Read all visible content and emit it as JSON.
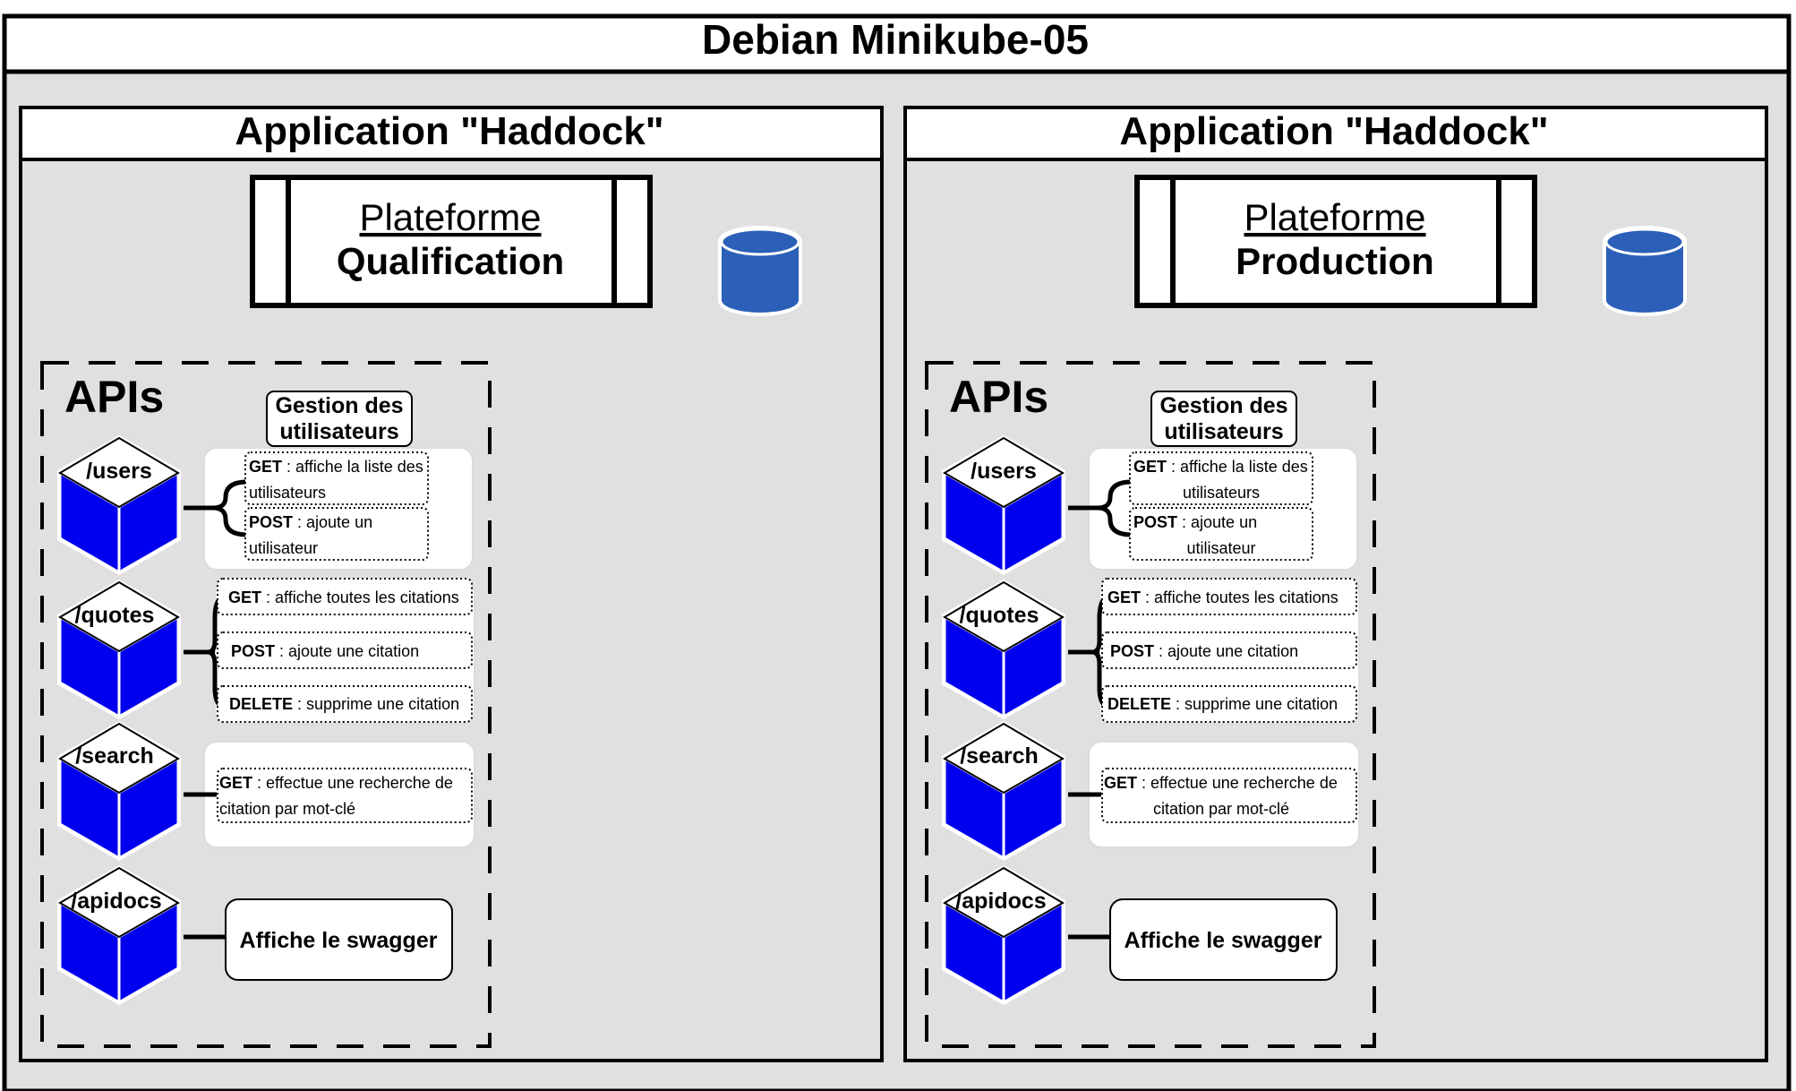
{
  "host_title": "Debian Minikube-05",
  "colors": {
    "background": "#e0e0e0",
    "border": "#000000",
    "cube": "#0000ee",
    "database": "#2b5fb8"
  },
  "icons": {
    "database": "database-cylinder-icon",
    "endpoint": "cube-icon"
  },
  "environments": [
    {
      "app_title": "Application \"Haddock\"",
      "platform_label": "Plateforme",
      "platform_name": "Qualification",
      "apis_label": "APIs",
      "gestion_label_line1": "Gestion des",
      "gestion_label_line2": "utilisateurs",
      "endpoints": [
        {
          "path": "/users",
          "operations": [
            {
              "method": "GET",
              "lines": [
                " : affiche la liste des",
                "utilisateurs"
              ]
            },
            {
              "method": "POST",
              "lines": [
                " : ajoute un",
                "utilisateur"
              ]
            }
          ]
        },
        {
          "path": "/quotes",
          "operations": [
            {
              "method": "GET",
              "lines": [
                " : affiche toutes les citations"
              ]
            },
            {
              "method": "POST",
              "lines": [
                " : ajoute une citation"
              ]
            },
            {
              "method": "DELETE",
              "lines": [
                " : supprime une citation"
              ]
            }
          ]
        },
        {
          "path": "/search",
          "operations": [
            {
              "method": "GET",
              "lines": [
                " : effectue une recherche de",
                "citation par mot-clé"
              ]
            }
          ]
        },
        {
          "path": "/apidocs",
          "action_label": "Affiche le swagger"
        }
      ]
    },
    {
      "app_title": "Application \"Haddock\"",
      "platform_label": "Plateforme",
      "platform_name": "Production",
      "apis_label": "APIs",
      "gestion_label_line1": "Gestion des",
      "gestion_label_line2": "utilisateurs",
      "endpoints": [
        {
          "path": "/users",
          "operations": [
            {
              "method": "GET",
              "lines": [
                " : affiche la liste des",
                "utilisateurs"
              ]
            },
            {
              "method": "POST",
              "lines": [
                " : ajoute un",
                "utilisateur"
              ]
            }
          ]
        },
        {
          "path": "/quotes",
          "operations": [
            {
              "method": "GET",
              "lines": [
                " : affiche toutes les citations"
              ]
            },
            {
              "method": "POST",
              "lines": [
                " : ajoute une citation"
              ]
            },
            {
              "method": "DELETE",
              "lines": [
                " : supprime une citation"
              ]
            }
          ]
        },
        {
          "path": "/search",
          "operations": [
            {
              "method": "GET",
              "lines": [
                " : effectue une recherche de",
                "citation par mot-clé"
              ]
            }
          ]
        },
        {
          "path": "/apidocs",
          "action_label": "Affiche le swagger"
        }
      ]
    }
  ]
}
